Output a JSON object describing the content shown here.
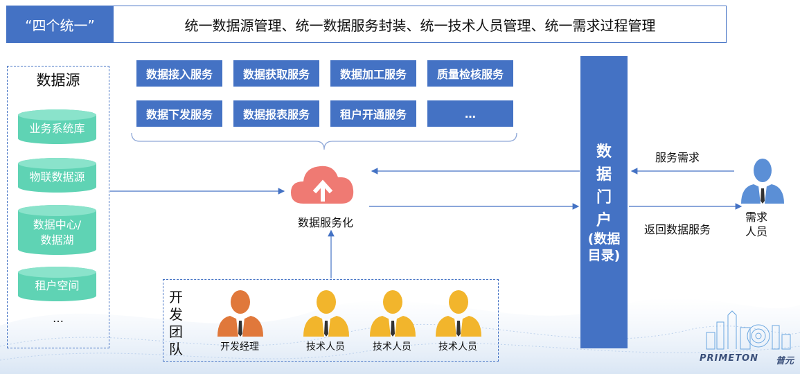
{
  "header": {
    "tag": "“四个统一”",
    "text": "统一数据源管理、统一数据服务封装、统一技术人员管理、统一需求过程管理"
  },
  "data_source": {
    "title": "数据源",
    "items": [
      "业务系统库",
      "物联数据源",
      "数据中心/",
      "数据湖",
      "租户空间"
    ],
    "more": "…"
  },
  "services": [
    "数据接入服务",
    "数据获取服务",
    "数据加工服务",
    "质量检核服务",
    "数据下发服务",
    "数据报表服务",
    "租户开通服务",
    "…"
  ],
  "center": {
    "label": "数据服务化"
  },
  "portal": {
    "chars": [
      "数",
      "据",
      "门",
      "户"
    ],
    "sub1": "(数据",
    "sub2": "目录)"
  },
  "flows": {
    "request": "服务需求",
    "return": "返回数据服务"
  },
  "requester": {
    "line1": "需求",
    "line2": "人员"
  },
  "dev_team": {
    "title_chars": [
      "开",
      "发",
      "团",
      "队"
    ],
    "members": [
      "开发经理",
      "技术人员",
      "技术人员",
      "技术人员"
    ]
  },
  "logo": {
    "brand": "PRIMETON",
    "cn": "普元"
  },
  "colors": {
    "primary": "#4472c4",
    "cylinder": "#5fd3b4",
    "cloud": "#ef7a73",
    "manager": "#e0783b",
    "staff": "#f2b52c",
    "requester": "#5b8fd6"
  },
  "icons": [
    "cloud-upload-icon",
    "person-icon"
  ]
}
